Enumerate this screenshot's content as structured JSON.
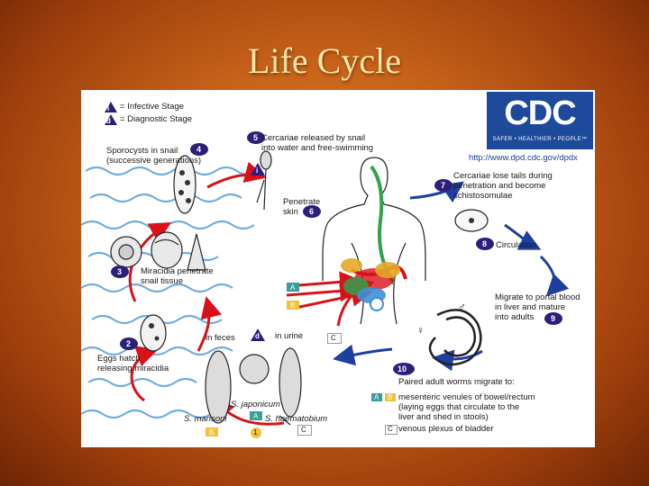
{
  "title": "Life Cycle",
  "cdc": {
    "logo": "CDC",
    "slogan": "SAFER • HEALTHIER • PEOPLE™",
    "url": "http://www.dpd.cdc.gov/dpdx"
  },
  "legend": {
    "infective": "= Infective Stage",
    "diagnostic": "= Diagnostic Stage",
    "infective_symbol": "i",
    "diagnostic_symbol": "d"
  },
  "steps": [
    {
      "num": "1",
      "label": ""
    },
    {
      "num": "2",
      "label": "Eggs hatch\nreleasing miracidia"
    },
    {
      "num": "3",
      "label": "Miracidia penetrate\nsnail tissue"
    },
    {
      "num": "4",
      "label": "Sporocysts in snail\n(successive generations)"
    },
    {
      "num": "5",
      "label": "Cercariae released by snail\ninto water and free-swimming"
    },
    {
      "num": "6",
      "label": "Penetrate\nskin"
    },
    {
      "num": "7",
      "label": "Cercariae lose tails during\npenetration and become\nschistosomulae"
    },
    {
      "num": "8",
      "label": "Circulation"
    },
    {
      "num": "9",
      "label": "Migrate to portal blood\nin liver and mature\ninto adults"
    },
    {
      "num": "10",
      "label": "Paired adult worms migrate to:"
    }
  ],
  "destinations": {
    "ab": "mesenteric venules of bowel/rectum\n(laying eggs that circulate to the\nliver and shed in stools)",
    "c": "venous plexus of bladder"
  },
  "eggs": {
    "feces": "in feces",
    "urine": "in urine",
    "mansoni": "S. mansoni",
    "japonicum": "S. japonicum",
    "haematobium": "S. haematobium"
  },
  "letters": {
    "a": "A",
    "b": "B",
    "c": "C"
  },
  "sex_symbols": {
    "female": "♀",
    "male": "♂"
  },
  "colors": {
    "arrow_red": "#d9121a",
    "arrow_blue": "#1e3f9e",
    "badge_purple": "#2c1f7a",
    "letter_a": "#3a9e9a",
    "letter_b": "#f2c23a",
    "letter_c": "#ffffff",
    "water_blue": "#5aa0d8",
    "cdc_blue": "#1d4a9a"
  }
}
